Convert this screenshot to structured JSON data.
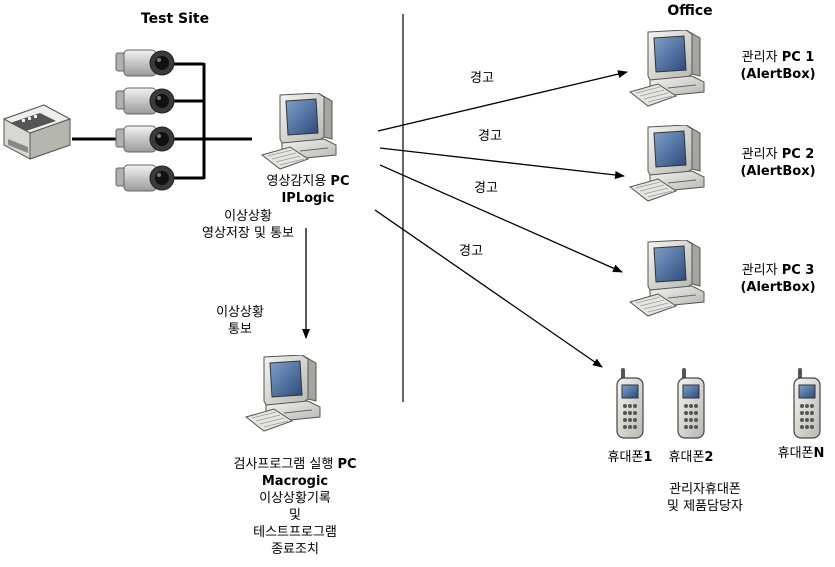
{
  "headings": {
    "test_site": "Test Site",
    "office": "Office"
  },
  "monitor_pc": {
    "line1_prefix": "영상감지용 ",
    "line1_bold": "PC",
    "line2": "IPLogic"
  },
  "monitor_note": {
    "line1": "이상상황",
    "line2": "영상저장 및 통보"
  },
  "notify_note": {
    "line1": "이상상황",
    "line2": "통보"
  },
  "inspect_pc": {
    "line1_prefix": "검사프로그램 실행 ",
    "line1_bold": "PC",
    "line2": "Macrogic",
    "line3": "이상상황기록",
    "line4": "및",
    "line5": "테스트프로그램",
    "line6": "종료조치"
  },
  "admin_pcs": [
    {
      "prefix": "관리자 ",
      "bold": "PC 1",
      "sub": "(AlertBox)"
    },
    {
      "prefix": "관리자 ",
      "bold": "PC 2",
      "sub": "(AlertBox)"
    },
    {
      "prefix": "관리자 ",
      "bold": "PC 3",
      "sub": "(AlertBox)"
    }
  ],
  "arrow_labels": [
    "경고",
    "경고",
    "경고",
    "경고"
  ],
  "phones": [
    {
      "prefix": "휴대폰",
      "bold": "1"
    },
    {
      "prefix": "휴대폰",
      "bold": "2"
    },
    {
      "prefix": "휴대폰",
      "bold": "N"
    }
  ],
  "phones_caption": {
    "line1": "관리자휴대폰",
    "line2": "및 제품담당자"
  },
  "colors": {
    "line": "#000000",
    "device_body": "#dcdcd6",
    "screen": "#3a5a8c"
  }
}
